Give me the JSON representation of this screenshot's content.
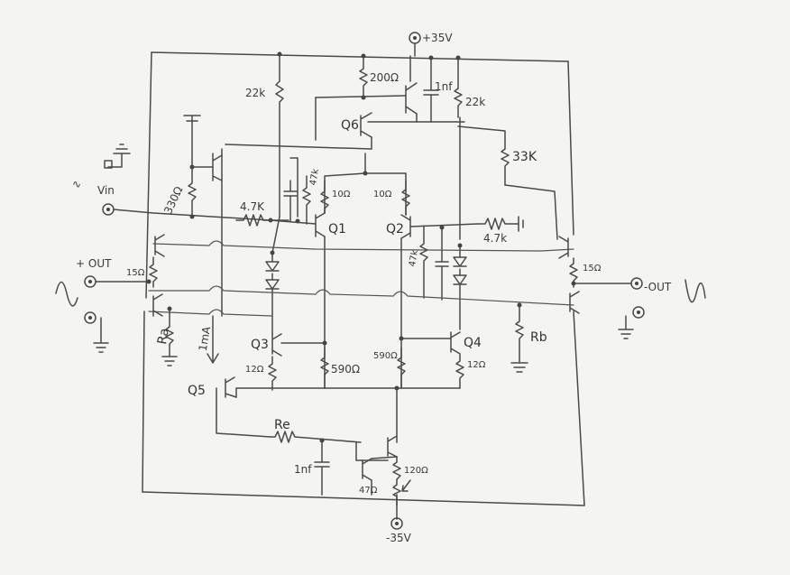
{
  "supply": {
    "positive": "+35V",
    "negative": "-35V"
  },
  "ports": {
    "vin": "Vin",
    "plus_out": "+ OUT",
    "minus_out": "-OUT"
  },
  "transistors": {
    "q1": "Q1",
    "q2": "Q2",
    "q3": "Q3",
    "q4": "Q4",
    "q5": "Q5",
    "q6": "Q6"
  },
  "components": {
    "r_22k_left": "22k",
    "r_200": "200Ω",
    "c_1nf_top": "1nf",
    "r_22k_right": "22k",
    "r_33k": "33K",
    "r_330": "330Ω",
    "r_47k_left": "47k",
    "r_10_q1": "10Ω",
    "r_10_q2": "10Ω",
    "r_4k7_left": "4.7K",
    "r_4k7_right": "4.7k",
    "r_47k_right": "47k",
    "r_15_left": "15Ω",
    "r_15_right": "15Ω",
    "r_ra": "Ra",
    "current_1ma": "1mA",
    "r_12_q3": "12Ω",
    "r_590_left": "590Ω",
    "r_590_right": "590Ω",
    "r_12_q4": "12Ω",
    "r_rb": "Rb",
    "r_re": "Re",
    "c_1nf_bottom": "1nf",
    "r_120": "120Ω",
    "pot_47": "47Ω"
  }
}
